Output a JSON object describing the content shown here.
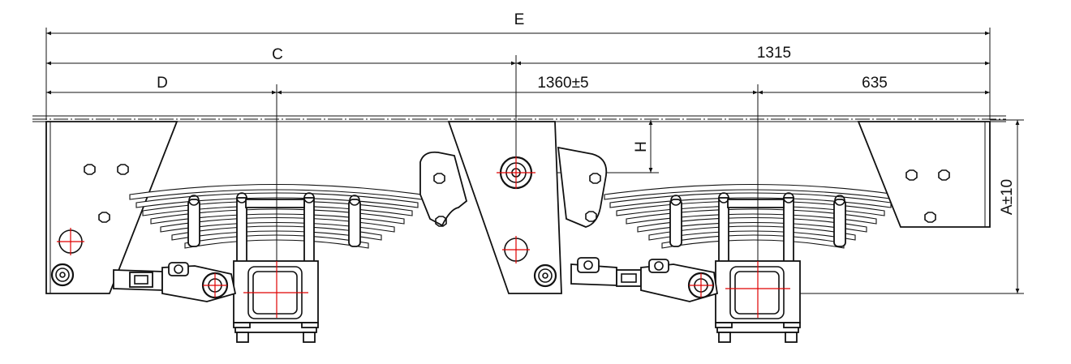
{
  "drawing": {
    "dimensions": {
      "overall": "E",
      "front_to_center": "C",
      "center_to_rear": "1315",
      "front_to_first_axle": "D",
      "axle_spacing": "1360±5",
      "rear_axle_to_end": "635",
      "hanger_offset": "H",
      "height": "A±10"
    }
  }
}
